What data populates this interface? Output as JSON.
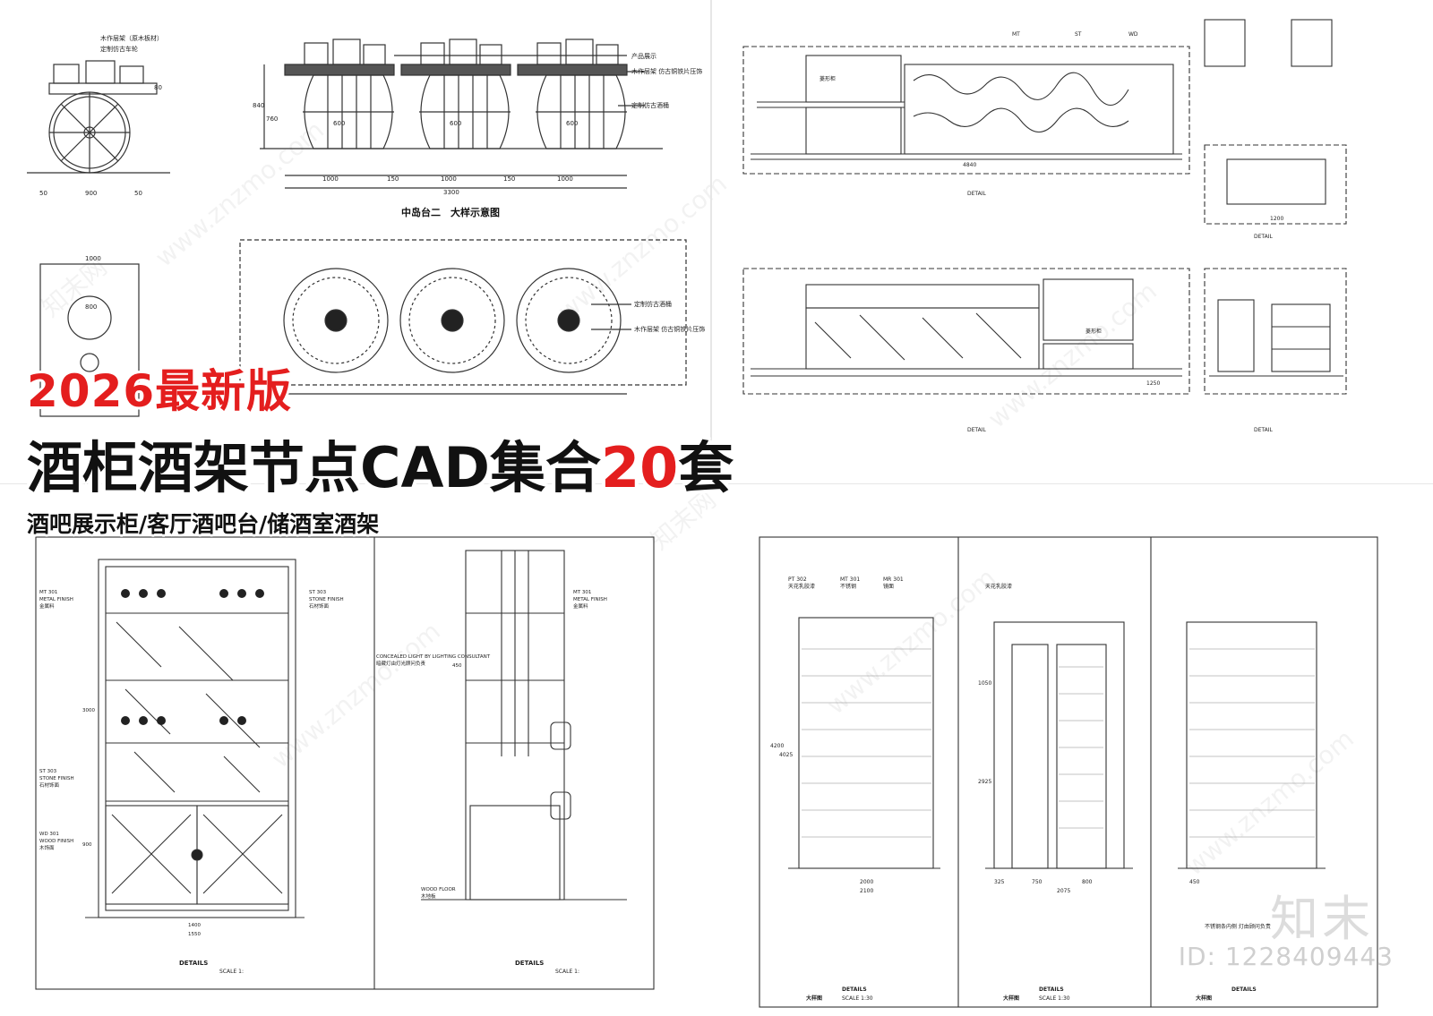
{
  "headline": {
    "year_badge": "2026最新版",
    "title_main": "酒柜酒架节点CAD集合",
    "title_count": "20",
    "title_suffix": "套",
    "subtitle": "酒吧展示柜/客厅酒吧台/储酒室酒架"
  },
  "colors": {
    "accent": "#e41e1e",
    "text": "#111111",
    "line": "#333333"
  },
  "panel_island": {
    "caption": "中岛台二　大样示意图",
    "notes": [
      "木作层架（原木板材）",
      "定制仿古车轮",
      "产品展示",
      "木作层架 仿古铜铁片压饰",
      "定制仿古酒桶",
      "定制仿古酒桶",
      "木作层架 仿古铜铁片压饰"
    ],
    "dims": [
      "1000",
      "150",
      "1000",
      "150",
      "1000",
      "3300",
      "900",
      "50",
      "50",
      "840",
      "760",
      "80",
      "600",
      "600",
      "600",
      "800",
      "1000"
    ]
  },
  "panel_bar": {
    "detail_word": "DETAIL",
    "labels": [
      "菱形柜",
      "菱形柜",
      "MT",
      "ST",
      "WD"
    ],
    "dims": [
      "4840",
      "1250",
      "1200"
    ]
  },
  "panel_cabinet": {
    "finishes": [
      "METAL FINISH",
      "金属料",
      "STONE FINISH",
      "石材饰面",
      "WOOD FINISH",
      "木饰面",
      "CONCEALED LIGHT BY LIGHTING CONSULTANT",
      "暗藏灯由灯光顾问负责",
      "WOOD FLOOR",
      "木地板"
    ],
    "codes": [
      "MT 301",
      "ST 303",
      "WD 301",
      "ST 303",
      "MT 301"
    ],
    "dims": [
      "1400",
      "1550",
      "3000",
      "900",
      "450"
    ],
    "details_word": "DETAILS",
    "scale_a": "SCALE 1:",
    "scale_b": "SCALE 1:"
  },
  "panel_rack": {
    "headers": [
      "天花乳胶漆",
      "不锈钢",
      "镜面"
    ],
    "codes": [
      "PT 302",
      "MT 301",
      "MR 301"
    ],
    "dims": [
      "2000",
      "2100",
      "325",
      "750",
      "800",
      "2075",
      "450",
      "4200",
      "4025",
      "1050",
      "2925"
    ],
    "details_word": "DETAILS",
    "title_word": "大样图",
    "scale": "SCALE 1:30",
    "note": "不锈钢条内侧 灯由顾问负责"
  },
  "watermark": {
    "site": "www.znzmo.com",
    "brand_cn": "知末网"
  },
  "brand": {
    "logo_text": "知末",
    "resource_id": "ID: 1228409443"
  }
}
